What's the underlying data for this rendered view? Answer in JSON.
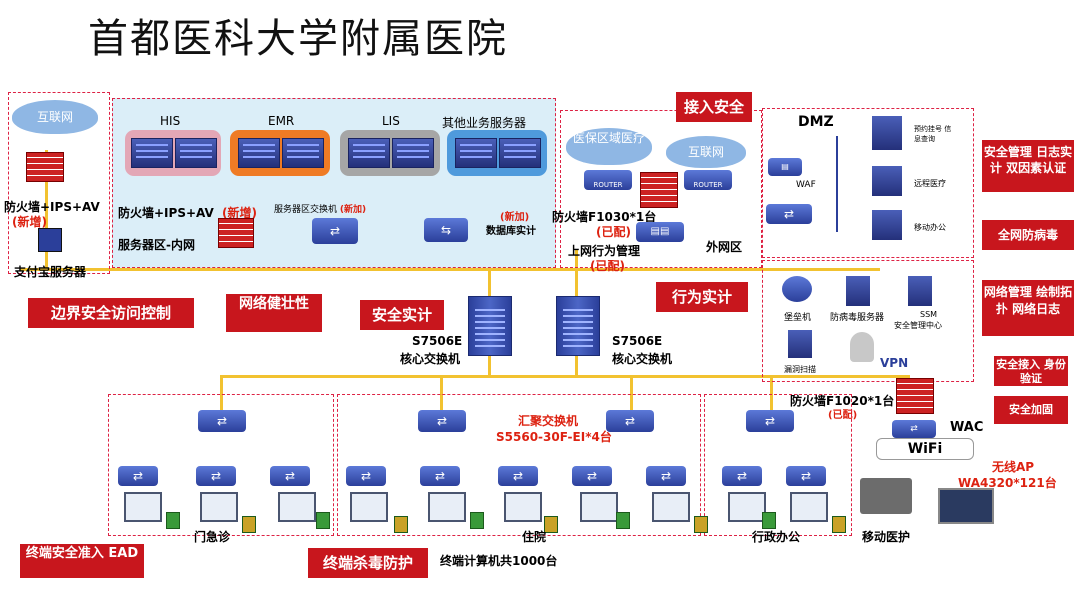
{
  "title": "首都医科大学附属医院",
  "internet_cloud_left": "互联网",
  "left_firewall_label": "防火墙+IPS+AV",
  "left_firewall_tag": "(新增)",
  "alipay_server_label": "支付宝服务器",
  "server_groups": [
    "HIS",
    "EMR",
    "LIS",
    "其他业务服务器"
  ],
  "server_zone": {
    "firewall_label": "防火墙+IPS+AV",
    "firewall_tag": "(新增)",
    "switch_label": "服务器区交换机",
    "switch_tag": "(新加)",
    "zone_label": "服务器区-内网",
    "db_audit_tag": "(新加)",
    "db_audit_label": "数据库实计"
  },
  "callouts": {
    "border_access": "边界安全访问控制",
    "network_robust": "网络健壮性",
    "security_audit": "安全实计",
    "access_security": "接入安全",
    "behavior_audit": "行为实计",
    "security_mgmt": "安全管理 日志实计 双因素认证",
    "antivirus": "全网防病毒",
    "net_mgmt": "网络管理 绘制拓扑 网络日志",
    "secure_access": "安全接入 身份验证",
    "hardening": "安全加固",
    "terminal_access": "终端安全准入 EAD",
    "terminal_antivirus": "终端杀毒防护"
  },
  "extranet": {
    "cloud_medical": "医保区域医疗",
    "cloud_internet": "互联网",
    "router_label": "ROUTER",
    "firewall_label": "防火墙F1030*1台",
    "firewall_tag": "(已配)",
    "behavior_mgmt_label": "上网行为管理",
    "behavior_mgmt_tag": "(已配)",
    "zone_label": "外网区"
  },
  "dmz": {
    "label": "DMZ",
    "waf": "WAF",
    "servers": [
      "预约挂号 信息查询",
      "远程医疗",
      "移动办公"
    ]
  },
  "mgmt_zone": {
    "bastion": "堡垒机",
    "antivirus_server": "防病毒服务器",
    "ssm": "SSM",
    "ssm_center": "安全管理中心",
    "vuln_scan": "漏洞扫描",
    "vpn": "VPN"
  },
  "core_switches": [
    {
      "model": "S7506E",
      "label": "核心交换机"
    },
    {
      "model": "S7506E",
      "label": "核心交换机"
    }
  ],
  "aggregation": {
    "label": "汇聚交换机",
    "model": "S5560-30F-EI*4台"
  },
  "wireless": {
    "firewall_label": "防火墙F1020*1台",
    "firewall_tag": "(已配)",
    "wac": "WAC",
    "wifi_logo": "WiFi",
    "ap_label": "无线AP",
    "ap_model": "WA4320*121台"
  },
  "areas": {
    "emergency": "门急诊",
    "inpatient": "住院",
    "admin": "行政办公",
    "mobile_care": "移动医护",
    "terminal_count": "终端计算机共1000台"
  },
  "colors": {
    "link": "#f2c230",
    "alert_red": "#c8161d",
    "zone_blue": "#dbeef8",
    "device_blue": "#3a4fb0"
  }
}
